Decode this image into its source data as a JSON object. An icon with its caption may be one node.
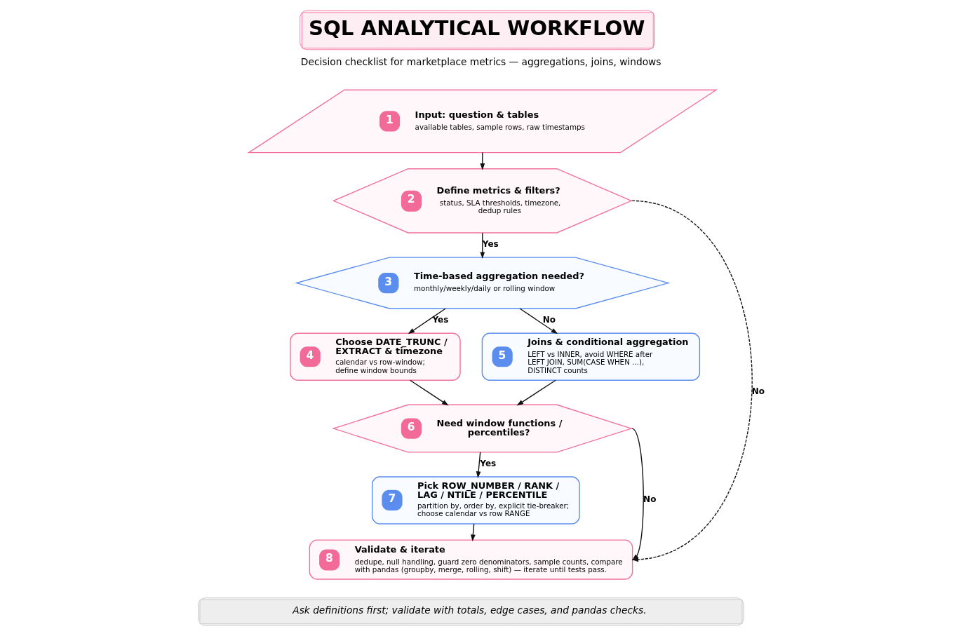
{
  "diagram": {
    "title": "SQL ANALYTICAL WORKFLOW",
    "caption": "Ask definitions first; validate with totals, edge cases, and pandas checks.",
    "nodes": [
      {
        "text": [
          "1",
          "Input: question & tables",
          "available tables, sample rows, raw timestamps"
        ]
      },
      {
        "text": [
          "2",
          "Define metrics & filters?",
          "status, SLA thresholds, timezone, dedup rules"
        ]
      },
      {
        "text": [
          "3",
          "Time-based aggregation needed?",
          "monthly/weekly/daily or rolling window"
        ]
      },
      {
        "text": [
          "4",
          "Choose DATE_TRUNC / EXTRACT & timezone",
          "calendar vs row-window; define window bounds"
        ]
      },
      {
        "text": [
          "5",
          "Joins & conditional aggregation",
          "LEFT vs INNER, avoid WHERE after LEFT JOIN, SUM(CASE WHEN ...), DISTINCT counts"
        ]
      },
      {
        "text": [
          "6",
          "Need window functions / percentiles?"
        ]
      },
      {
        "text": [
          "7",
          "Pick ROW_NUMBER / RANK / LAG / NTILE / PERCENTILE",
          "partition by, order by, explicit tie-breaker; choose calendar vs row RANGE"
        ]
      },
      {
        "text": [
          "8",
          "Validate & iterate",
          "dedupe, null handling, guard zero denominators, sample counts, compare with pandas (groupby, merge, rolling, shift) — iterate until tests pass."
        ]
      }
    ],
    "edges": [
      {
        "from": 0,
        "to": 1,
        "arrow": "to"
      },
      {
        "from": 1,
        "to": 2,
        "arrow": "to",
        "label": "Yes"
      },
      {
        "from": 1,
        "to": 7,
        "arrow": "to",
        "label": "No",
        "style": "dashed"
      },
      {
        "from": 2,
        "to": 3,
        "arrow": "to",
        "label": "Yes"
      },
      {
        "from": 2,
        "to": 4,
        "arrow": "to",
        "label": "No"
      },
      {
        "from": 3,
        "to": 5,
        "arrow": "to"
      },
      {
        "from": 4,
        "to": 5,
        "arrow": "to"
      },
      {
        "from": 5,
        "to": 6,
        "arrow": "to",
        "label": "Yes"
      },
      {
        "from": 5,
        "to": 7,
        "arrow": "to",
        "label": "No"
      },
      {
        "from": 6,
        "to": 7,
        "arrow": "to"
      }
    ],
    "labels": [
      "Decision checklist for marketplace metrics — aggregations, joins, windows"
    ]
  }
}
